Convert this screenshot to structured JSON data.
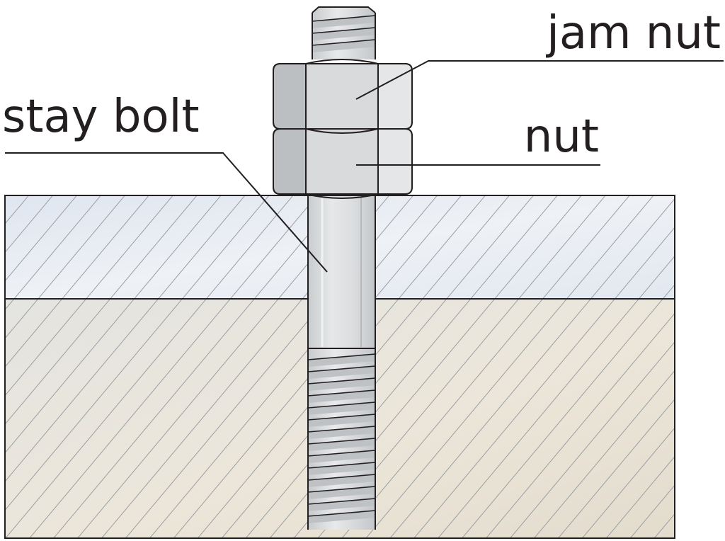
{
  "labels": {
    "jam_nut": "jam nut",
    "nut": "nut",
    "stay_bolt": "stay bolt"
  },
  "colors": {
    "outline": "#231f20",
    "top_plate": "#e3e9f1",
    "base_block": "#e6e2d7",
    "hatch": "#9a9ea3",
    "metal_light": "#e2e4e5",
    "metal_mid": "#cfd1d3",
    "metal_dark": "#b7babd"
  }
}
